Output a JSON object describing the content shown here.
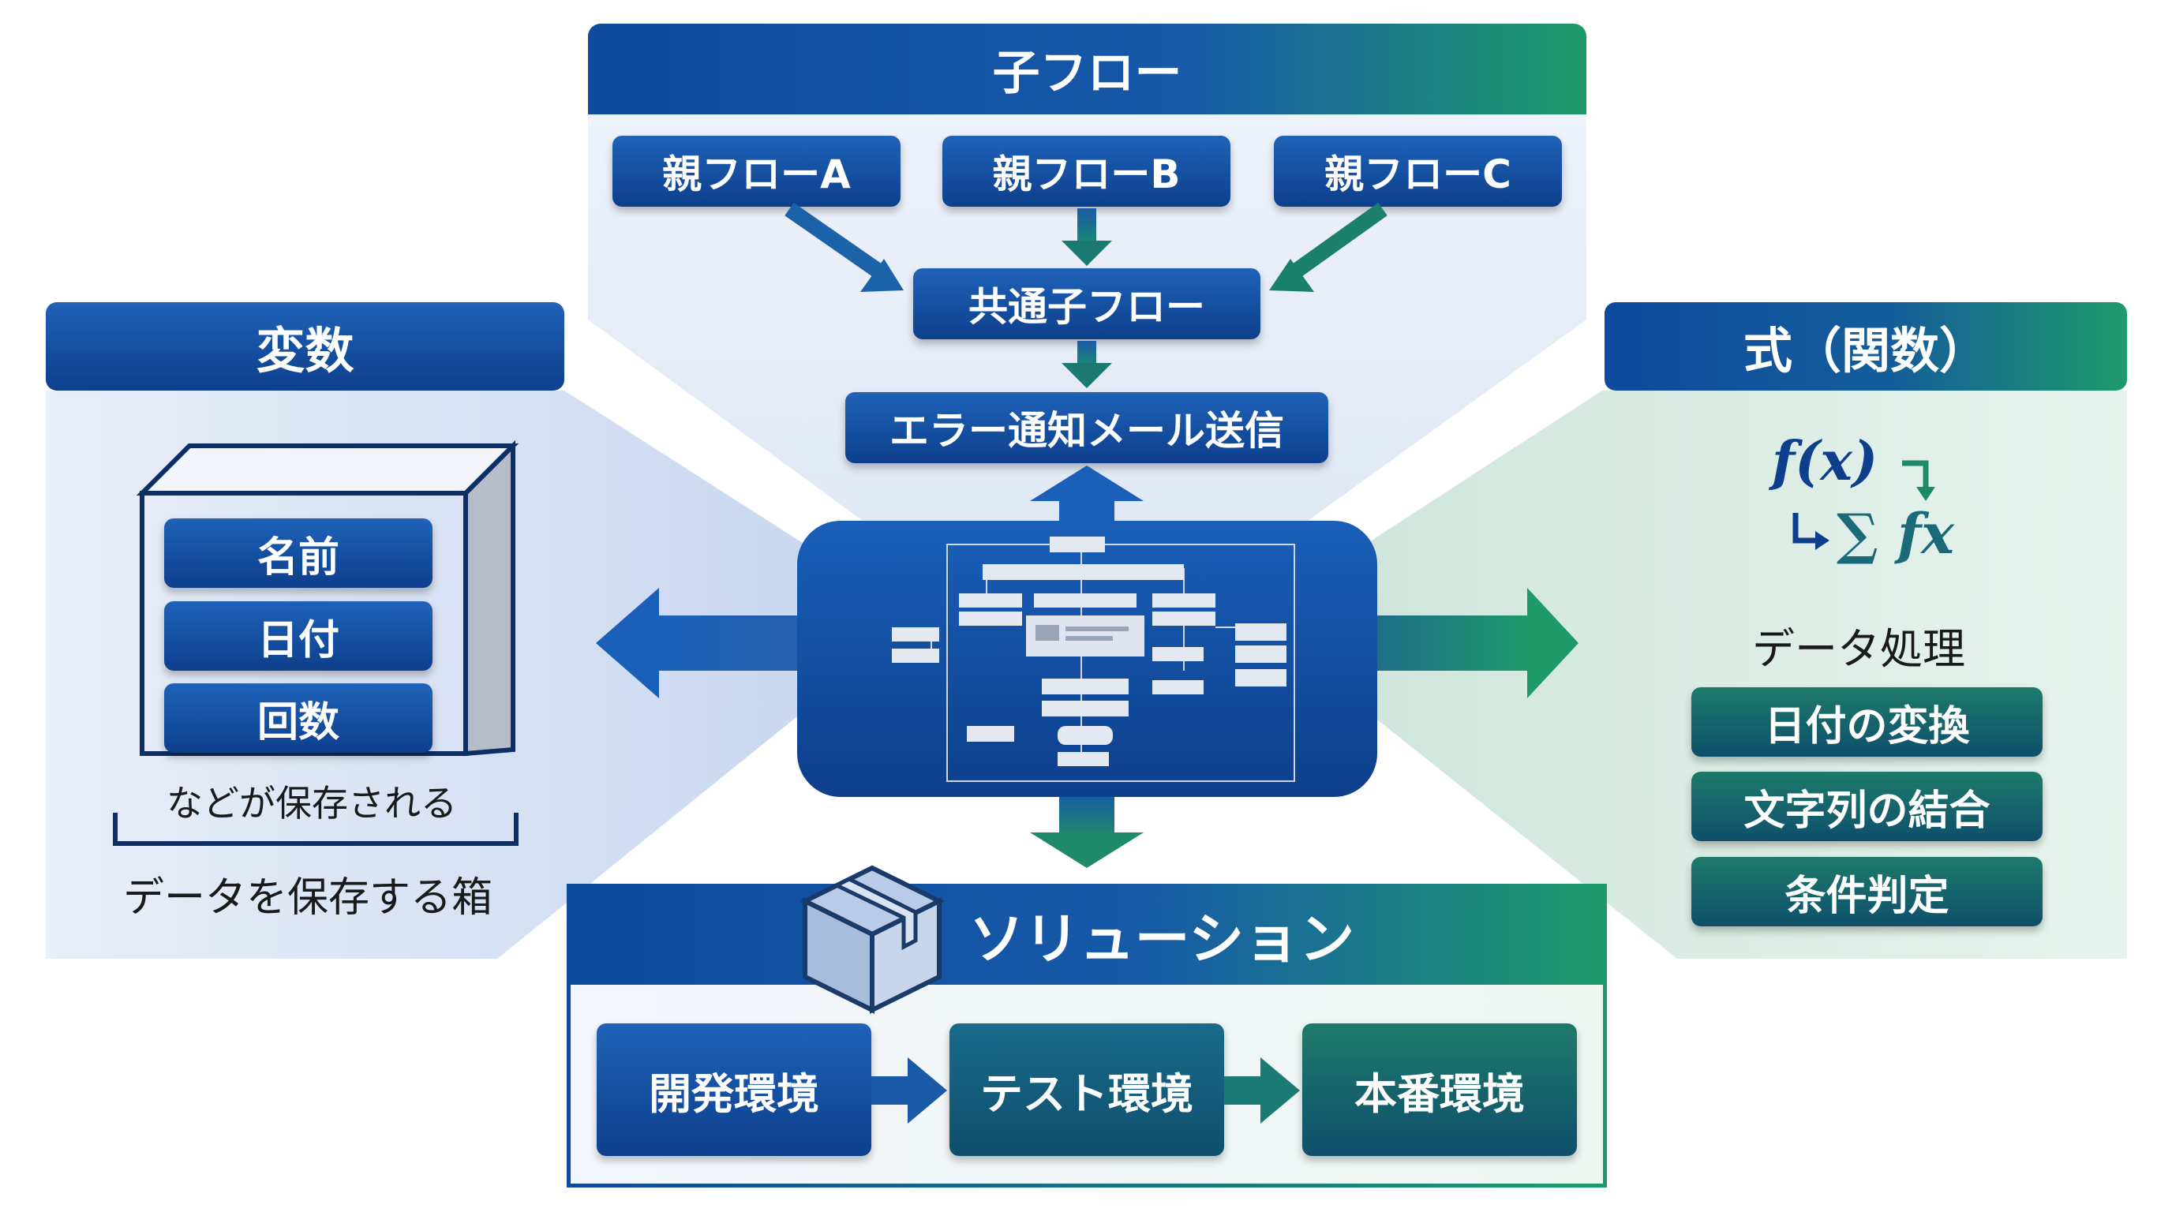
{
  "top": {
    "title": "子フロー",
    "parents": [
      "親フローA",
      "親フローB",
      "親フローC"
    ],
    "common": "共通子フロー",
    "error_mail": "エラー通知メール送信"
  },
  "left": {
    "title": "変数",
    "items": [
      "名前",
      "日付",
      "回数"
    ],
    "note": "などが保存される",
    "caption": "データを保存する箱"
  },
  "right": {
    "title": "式（関数）",
    "formula_fx": "f(x)",
    "formula_sum": "∑ fx",
    "subtitle": "データ処理",
    "items": [
      "日付の変換",
      "文字列の結合",
      "条件判定"
    ]
  },
  "bottom": {
    "title": "ソリューション",
    "stages": [
      "開発環境",
      "テスト環境",
      "本番環境"
    ]
  },
  "colors": {
    "blue_dark": "#0d3f8c",
    "blue": "#1f62b8",
    "green": "#1e9a6a",
    "teal_dark": "#0f4f6c"
  },
  "icons": [
    "flowchart-icon",
    "box-icon",
    "storage-cabinet-icon",
    "function-icon"
  ]
}
